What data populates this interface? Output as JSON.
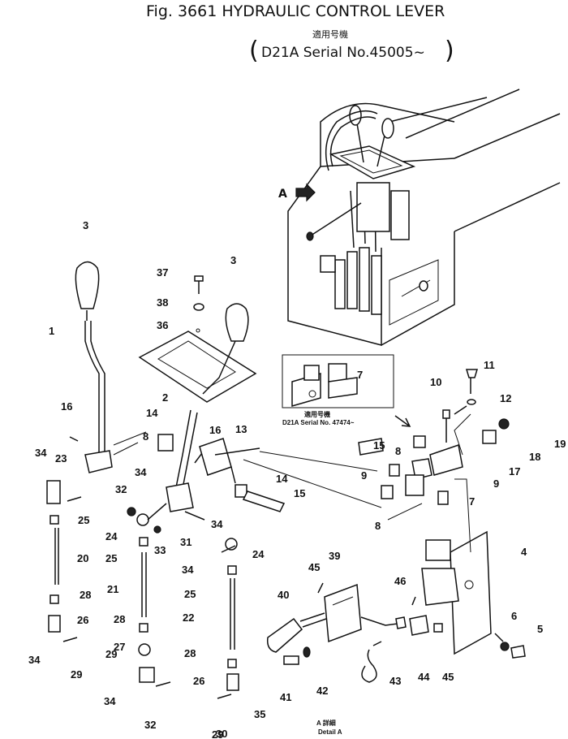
{
  "figure": {
    "title": "Fig. 3661 HYDRAULIC CONTROL LEVER",
    "applicable_jp": "適用号機",
    "serial": "D21A Serial No.45005~"
  },
  "inset": {
    "arrow_label": "A",
    "applicable_jp": "適用号機",
    "serial": "D21A Serial No. 47474~"
  },
  "detail": {
    "jp": "A 詳細",
    "label": "Detail A"
  },
  "callouts": [
    "1",
    "3",
    "3",
    "4",
    "5",
    "6",
    "7",
    "7",
    "8",
    "8",
    "8",
    "9",
    "9",
    "10",
    "11",
    "12",
    "13",
    "14",
    "14",
    "15",
    "15",
    "16",
    "16",
    "17",
    "18",
    "19",
    "2",
    "20",
    "21",
    "22",
    "23",
    "24",
    "24",
    "25",
    "25",
    "25",
    "26",
    "26",
    "27",
    "28",
    "28",
    "28",
    "29",
    "29",
    "29",
    "30",
    "31",
    "32",
    "32",
    "33",
    "34",
    "34",
    "34",
    "34",
    "34",
    "34",
    "35",
    "36",
    "37",
    "38",
    "39",
    "40",
    "41",
    "42",
    "43",
    "44",
    "45",
    "45",
    "46"
  ]
}
